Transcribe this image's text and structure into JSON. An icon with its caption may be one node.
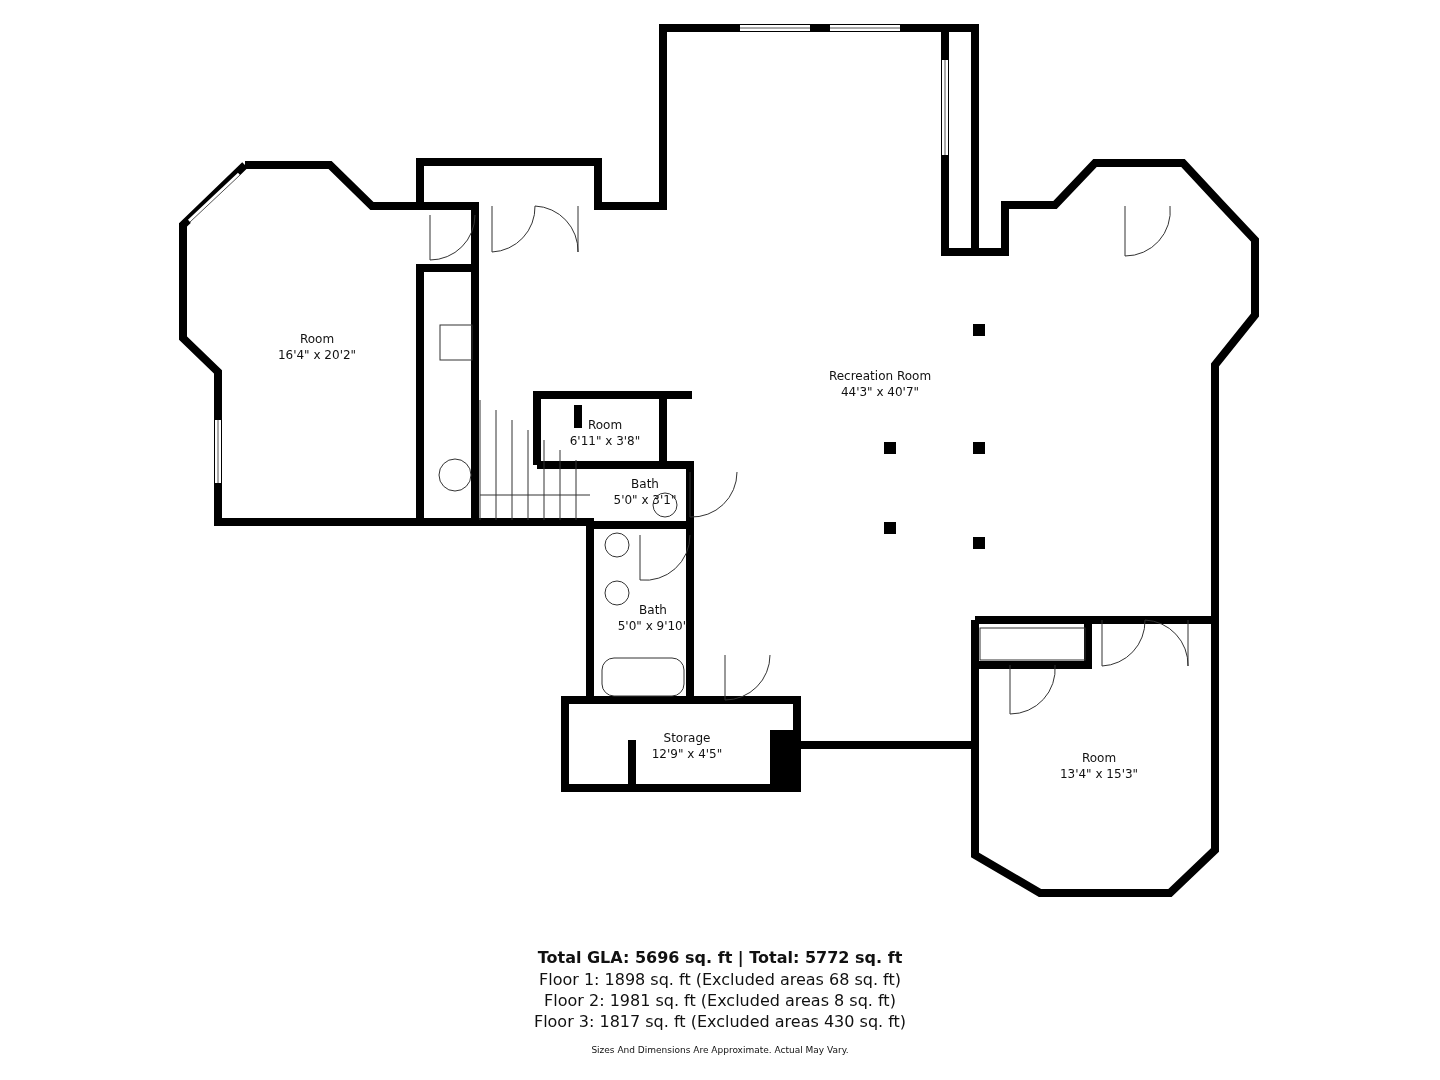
{
  "diagram": {
    "nodes": [
      {
        "text": [
          "Room",
          "16'4\" x 20'2\""
        ]
      },
      {
        "text": [
          "Recreation Room",
          "44'3\" x 40'7\""
        ]
      },
      {
        "text": [
          "Room",
          "6'11\" x 3'8\""
        ]
      },
      {
        "text": [
          "Bath",
          "5'0\" x 3'1\""
        ]
      },
      {
        "text": [
          "Bath",
          "5'0\" x 9'10\""
        ]
      },
      {
        "text": [
          "Storage",
          "12'9\" x 4'5\""
        ]
      },
      {
        "text": [
          "Room",
          "13'4\" x 15'3\""
        ]
      }
    ],
    "edges": [],
    "labels": [
      "Total GLA: 5696 sq. ft | Total: 5772 sq. ft",
      "Floor 1: 1898 sq. ft (Excluded areas 68 sq. ft)",
      "Floor 2: 1981 sq. ft (Excluded areas 8 sq. ft)",
      "Floor 3: 1817 sq. ft (Excluded areas 430 sq. ft)",
      "Sizes And Dimensions Are Approximate. Actual May Vary."
    ]
  }
}
